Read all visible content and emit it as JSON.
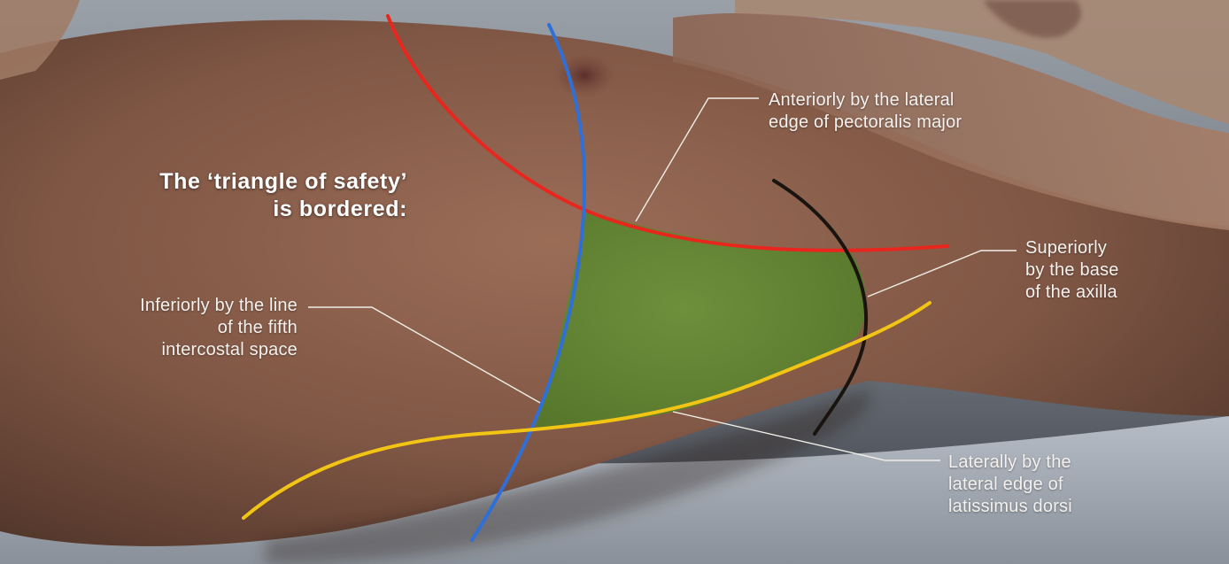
{
  "title": {
    "line1": "The ‘triangle of safety’",
    "line2": "is bordered:"
  },
  "borders": {
    "anterior": {
      "line1": "Anteriorly by the lateral",
      "line2": "edge of pectoralis major",
      "color": "#e8261e"
    },
    "superior": {
      "line1": "Superiorly",
      "line2": "by the base",
      "line3": "of the axilla",
      "color": "#1a1410"
    },
    "inferior": {
      "line1": "Inferiorly by the line",
      "line2": "of the fifth",
      "line3": "intercostal space",
      "color": "#2f6fd8"
    },
    "lateral": {
      "line1": "Laterally by the",
      "line2": "lateral edge of",
      "line3": "latissimus dorsi",
      "color": "#f2c414"
    }
  },
  "triangle_color": "#5f8a2e"
}
